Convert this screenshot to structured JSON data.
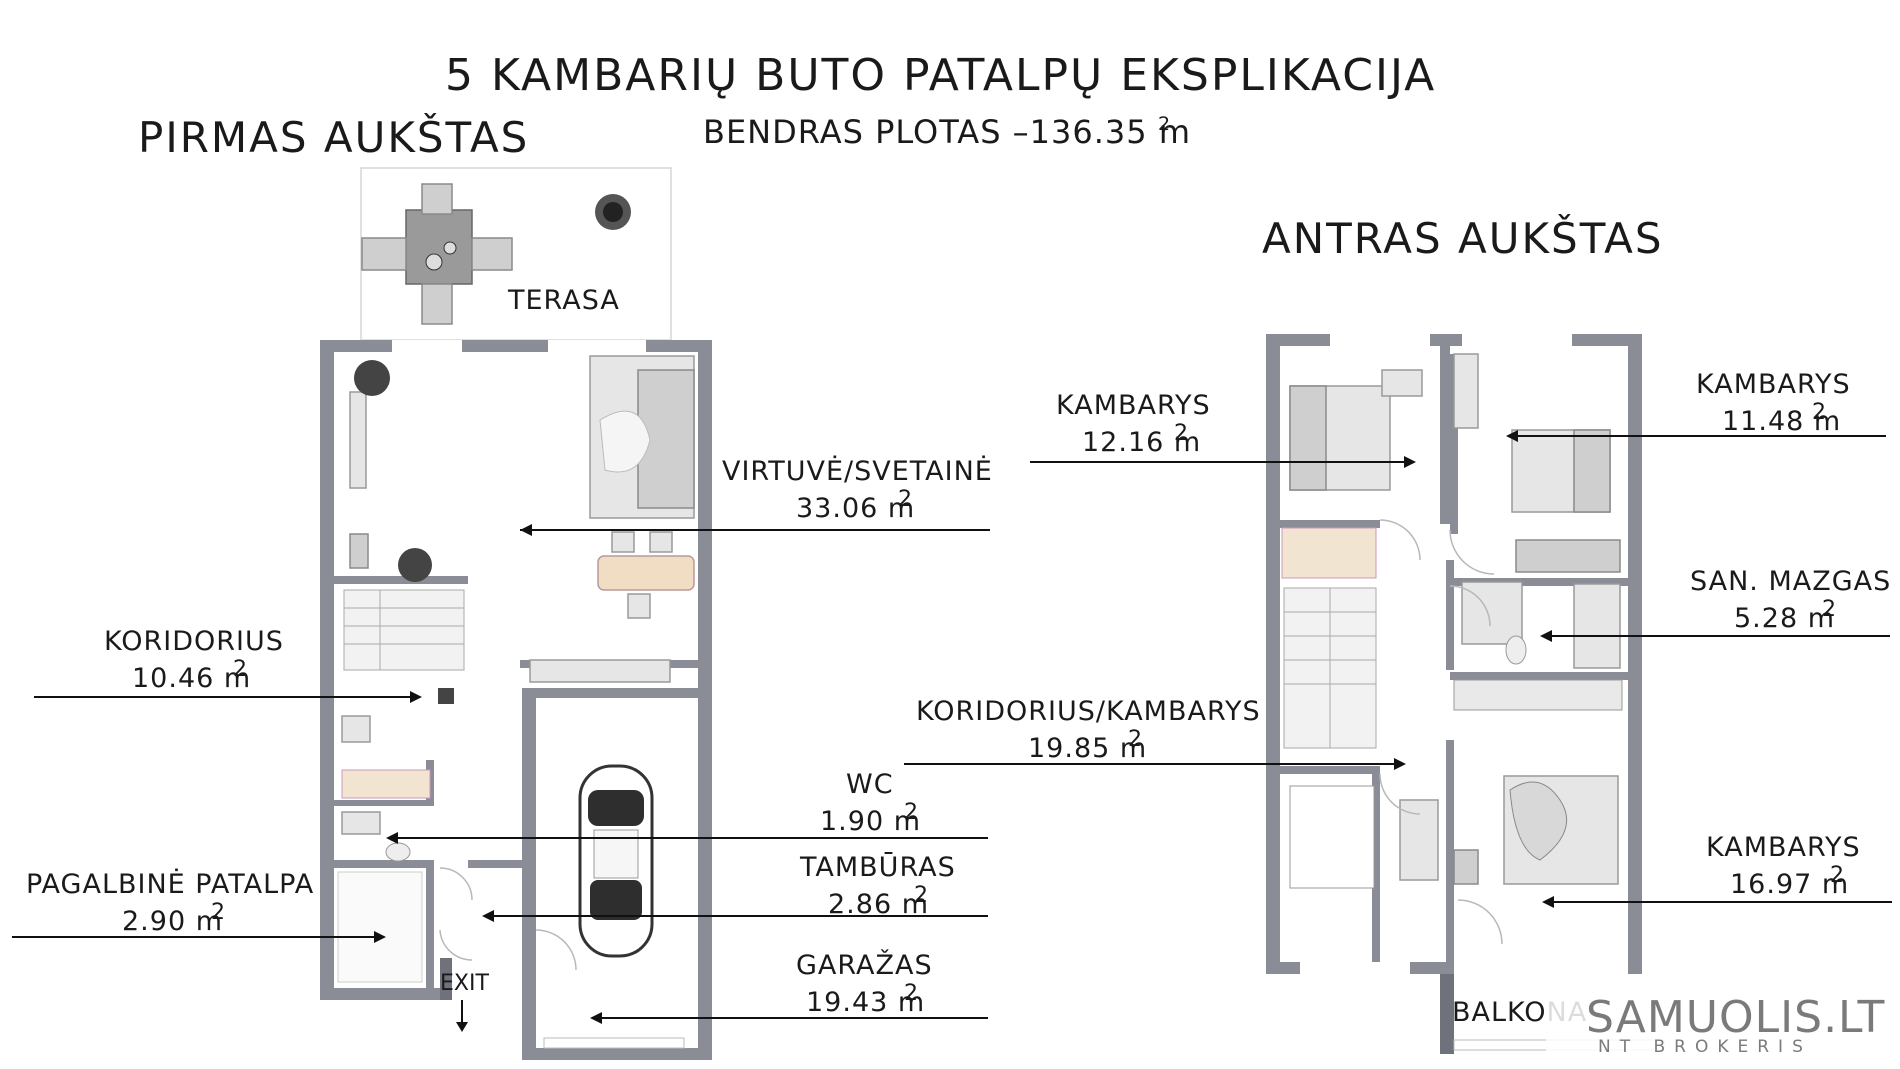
{
  "title": "5 KAMBARIŲ BUTO PATALPŲ EKSPLIKACIJA",
  "total_area_label": "BENDRAS PLOTAS –136.35 m",
  "superscript": "2",
  "floors": {
    "first": "PIRMAS AUKŠTAS",
    "second": "ANTRAS AUKŠTAS"
  },
  "first_floor_rooms": {
    "terasa": {
      "name": "TERASA"
    },
    "virtuve": {
      "name": "VIRTUVĖ/SVETAINĖ",
      "area": "33.06 m"
    },
    "koridorius": {
      "name": "KORIDORIUS",
      "area": "10.46 m"
    },
    "wc": {
      "name": "WC",
      "area": "1.90 m"
    },
    "tamburas": {
      "name": "TAMBŪRAS",
      "area": "2.86 m"
    },
    "pagalbine": {
      "name": "PAGALBINĖ PATALPA",
      "area": "2.90 m"
    },
    "garazas": {
      "name": "GARAŽAS",
      "area": "19.43 m"
    },
    "exit": {
      "name": "EXIT"
    }
  },
  "second_floor_rooms": {
    "kambarys_1": {
      "name": "KAMBARYS",
      "area": "12.16 m"
    },
    "kambarys_2": {
      "name": "KAMBARYS",
      "area": "11.48 m"
    },
    "san_mazgas": {
      "name": "SAN. MAZGAS",
      "area": "5.28 m"
    },
    "koridorius_kambarys": {
      "name": "KORIDORIUS/KAMBARYS",
      "area": "19.85 m"
    },
    "kambarys_3": {
      "name": "KAMBARYS",
      "area": "16.97 m"
    },
    "balkonas": {
      "name": "BALKONA"
    }
  },
  "watermark": {
    "brand": "SAMUOLIS.LT",
    "tagline": "NT BROKERIS"
  },
  "colors": {
    "wall": "#8a8d96",
    "text": "#1a1a1a"
  }
}
